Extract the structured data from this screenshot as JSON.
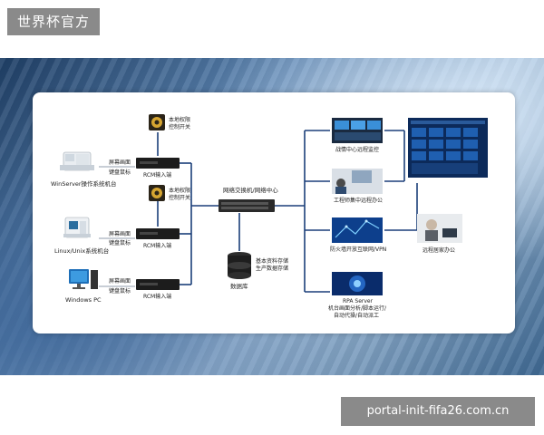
{
  "badge": {
    "label": "世界杯官方"
  },
  "url": {
    "label": "portal-init-fifa26.com.cn"
  },
  "diagram": {
    "sources": [
      {
        "label": "WinServer操作系统机台",
        "kvm_top": "屏幕画面",
        "kvm_bottom": "键盘鼠标",
        "rcm": "RCM输入端"
      },
      {
        "label": "Linux/Unix系统机台",
        "kvm_top": "屏幕画面",
        "kvm_bottom": "键盘鼠标",
        "rcm": "RCM输入端"
      },
      {
        "label": "Windows PC",
        "kvm_top": "屏幕画面",
        "kvm_bottom": "键盘鼠标",
        "rcm": "RCM输入端"
      }
    ],
    "local_switch": {
      "line1": "本地权限",
      "line2": "控制开关"
    },
    "switch_center": {
      "label": "网络交换机/网络中心"
    },
    "database": {
      "label": "数据库",
      "note1": "基本资料存储",
      "note2": "生产数据存储"
    },
    "outputs": [
      {
        "label": "战情中心远程监控"
      },
      {
        "label": "工程师集中远程办公"
      },
      {
        "label": "防火墙开放互联网/VPN"
      },
      {
        "label": "RPA Server",
        "sub1": "机台画面分析/脚本运行/",
        "sub2": "自动代操/自动派工"
      }
    ],
    "remote_home": {
      "label": "远程居家办公"
    }
  }
}
